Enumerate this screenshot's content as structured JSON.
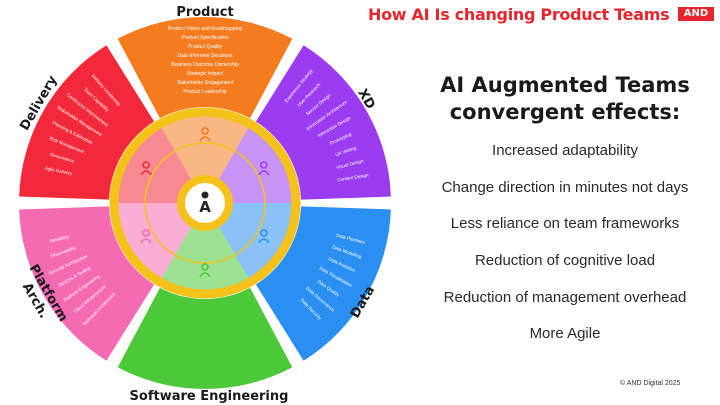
{
  "header": {
    "title": "How AI Is changing Product Teams",
    "logo": "AND"
  },
  "wheel": {
    "segments": [
      {
        "name": "Product",
        "color": "#f47c1e",
        "items": [
          "Product Vision and Roadmapping",
          "Product Specification",
          "Product Quality",
          "Data-Informed Decisions",
          "Business Outcome Ownership",
          "Strategic Impact",
          "Stakeholder Engagement",
          "Product Leadership"
        ]
      },
      {
        "name": "XD",
        "color": "#9b3cf0",
        "items": [
          "Experience Strategy",
          "User Research",
          "Service Design",
          "Information Architecture",
          "Interaction Design",
          "Prototyping",
          "UX Writing",
          "Visual Design",
          "Content Design"
        ]
      },
      {
        "name": "Data",
        "color": "#2b8ff2",
        "items": [
          "Data Pipelines",
          "Data Modelling",
          "Data Analytics",
          "Data Visualisation",
          "Data Quality",
          "Data Governance",
          "Data Security"
        ]
      },
      {
        "name": "Software Engineering",
        "color": "#4dc83a",
        "items": []
      },
      {
        "name": "Platform Arch.",
        "color": "#f56bb3",
        "items": [
          "Technical Architecture",
          "Cloud Infrastructure",
          "Platform Engineering",
          "DevOps & Tooling",
          "Security Architecture",
          "Observability",
          "Reliability"
        ]
      },
      {
        "name": "Delivery",
        "color": "#f2293a",
        "items": [
          "Agile Delivery",
          "Governance",
          "Risk Management",
          "Planning & Estimation",
          "Stakeholder Management",
          "Continuous Improvement",
          "Team Capability",
          "Delivery Leadership"
        ]
      }
    ],
    "center_icon": "ai-person-icon",
    "ring_color": "#f5c21b"
  },
  "right": {
    "title_line1": "AI Augmented Teams",
    "title_line2": "convergent effects:",
    "effects": [
      "Increased adaptability",
      "Change direction in minutes not days",
      "Less reliance on team frameworks",
      "Reduction of cognitive load",
      "Reduction of management overhead",
      "More Agile"
    ]
  },
  "footer": {
    "copyright": "© AND Digital 2025"
  }
}
